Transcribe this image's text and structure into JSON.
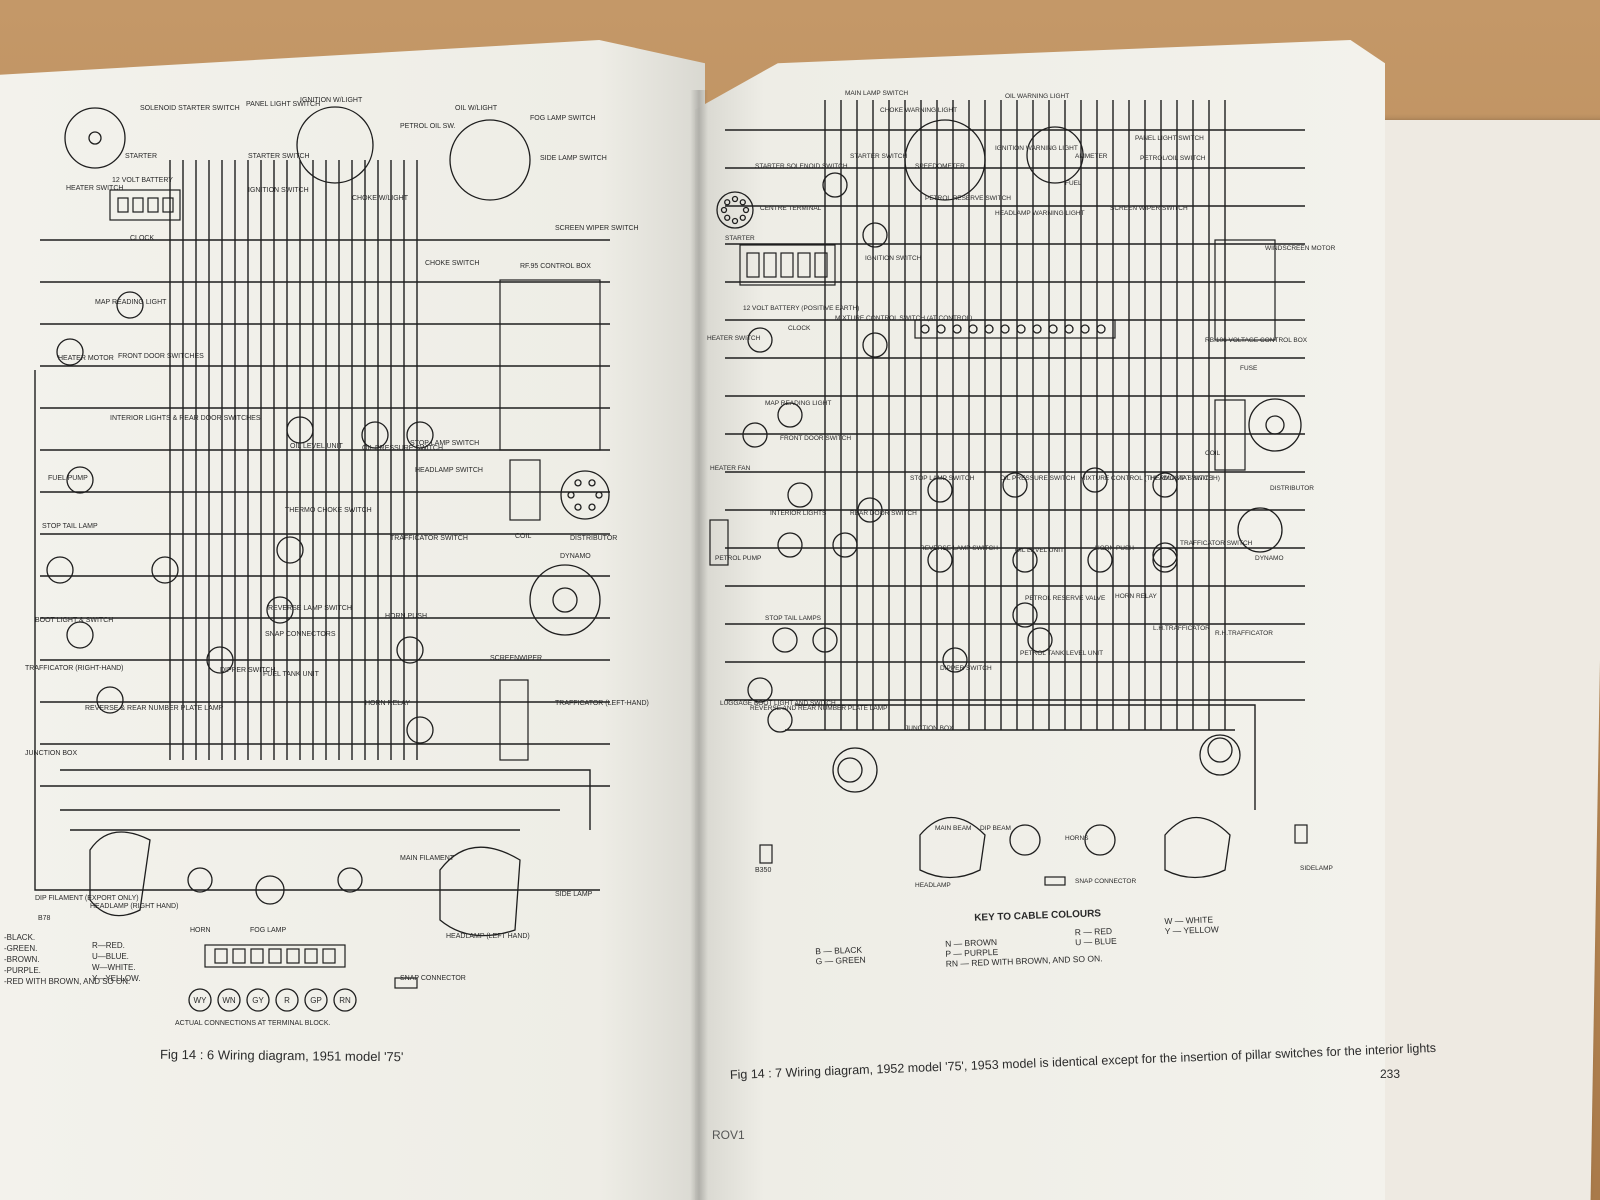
{
  "left_page": {
    "caption": "Fig 14 : 6   Wiring diagram, 1951 model '75'",
    "components": [
      "SOLENOID STARTER SWITCH",
      "STARTER",
      "HEATER SWITCH",
      "12 VOLT BATTERY",
      "CLOCK",
      "MAP READING LIGHT",
      "HEATER MOTOR",
      "FRONT DOOR SWITCHES",
      "INTERIOR LIGHTS & REAR DOOR SWITCHES",
      "FUEL PUMP",
      "STOP TAIL LAMP",
      "BOOT LIGHT & SWITCH",
      "TRAFFICATOR (RIGHT-HAND)",
      "REVERSE & REAR NUMBER PLATE LAMP",
      "JUNCTION BOX",
      "PANEL LIGHT SWITCH",
      "IGNITION W/LIGHT",
      "STARTER SWITCH",
      "IGNITION SWITCH",
      "PETROL OIL SW.",
      "OIL W/LIGHT",
      "FOG LAMP SWITCH",
      "SIDE LAMP SWITCH",
      "SCREEN WIPER SWITCH",
      "CHOKE W/LIGHT",
      "CHOKE SWITCH",
      "RF.95 CONTROL BOX",
      "OIL LEVEL UNIT",
      "OIL PRESSURE SWITCH",
      "STOP LAMP SWITCH",
      "HEADLAMP SWITCH",
      "THERMO CHOKE SWITCH",
      "TRAFFICATOR SWITCH",
      "COIL",
      "DISTRIBUTOR",
      "DYNAMO",
      "REVERSE LAMP SWITCH",
      "SNAP CONNECTORS",
      "HORN PUSH",
      "SCREENWIPER",
      "TRAFFICATOR (LEFT-HAND)",
      "DIPPER SWITCH",
      "FUEL TANK UNIT",
      "HORN RELAY",
      "MAIN FILAMENT",
      "DIP FILAMENT (EXPORT ONLY)",
      "HEADLAMP (RIGHT HAND)",
      "HEADLAMP (LEFT HAND)",
      "SIDE LAMP",
      "HORN",
      "FOG LAMP",
      "SNAP CONNECTOR",
      "ACTUAL CONNECTIONS AT TERMINAL BLOCK."
    ],
    "code_prefix": "B78",
    "colour_key": [
      "-BLACK.",
      "-GREEN.",
      "-BROWN.",
      "-PURPLE.",
      "-RED WITH BROWN, AND SO ON.",
      "R—RED.",
      "U—BLUE.",
      "W—WHITE.",
      "Y—YELLOW."
    ],
    "terminal_labels": [
      "WY",
      "WN",
      "GY",
      "R",
      "GP",
      "RN"
    ]
  },
  "right_page": {
    "caption": "Fig 14 : 7   Wiring diagram, 1952 model '75', 1953 model is identical except for the insertion of pillar switches for the interior lights",
    "page_number": "233",
    "signature": "ROV1",
    "code_prefix": "B350",
    "components": [
      "MAIN LAMP SWITCH",
      "CHOKE WARNING LIGHT",
      "OIL WARNING LIGHT",
      "PANEL LIGHT SWITCH",
      "PETROL/OIL SWITCH",
      "STARTER SOLENOID SWITCH",
      "STARTER SWITCH",
      "SPEEDOMETER",
      "IGNITION WARNING LIGHT",
      "AMMETER",
      "FUEL",
      "STARTER",
      "CENTRE TERMINAL",
      "IGNITION SWITCH",
      "PETROL RESERVE SWITCH",
      "HEADLAMP WARNING LIGHT",
      "SCREEN WIPER SWITCH",
      "WINDSCREEN MOTOR",
      "12 VOLT BATTERY (POSITIVE EARTH)",
      "HEATER SWITCH",
      "CLOCK",
      "MIXTURE CONTROL SWITCH (AT CONTROL)",
      "RB.106 VOLTAGE CONTROL BOX",
      "FUSE",
      "MAP READING LIGHT",
      "HEATER FAN",
      "FRONT DOOR SWITCH",
      "STOP LAMP SWITCH",
      "OIL PRESSURE SWITCH",
      "MIXTURE CONTROL (THERMOSTAT SWITCH)",
      "HEADLAMP SWITCH",
      "COIL",
      "DISTRIBUTOR",
      "INTERIOR LIGHTS",
      "REAR DOOR SWITCH",
      "PETROL PUMP",
      "REVERSE LAMP SWITCH",
      "OIL LEVEL UNIT",
      "HORN PUSH",
      "TRAFFICATOR SWITCH",
      "DYNAMO",
      "STOP TAIL LAMPS",
      "PETROL RESERVE VALVE",
      "HORN RELAY",
      "L.H.TRAFFICATOR",
      "R.H.TRAFFICATOR",
      "LUGGAGE BOOT LIGHT AND SWITCH",
      "DIPPER SWITCH",
      "PETROL TANK LEVEL UNIT",
      "REVERSE AND REAR NUMBER PLATE LAMP",
      "JUNCTION BOX",
      "MAIN BEAM",
      "DIP BEAM",
      "HORNS",
      "SIDELAMP",
      "HEADLAMP",
      "SNAP CONNECTOR"
    ],
    "key_title": "KEY TO CABLE COLOURS",
    "key_entries": [
      {
        "code": "B",
        "name": "BLACK"
      },
      {
        "code": "G",
        "name": "GREEN"
      },
      {
        "code": "N",
        "name": "BROWN"
      },
      {
        "code": "P",
        "name": "PURPLE"
      },
      {
        "code": "RN",
        "name": "RED WITH BROWN, AND SO ON."
      },
      {
        "code": "R",
        "name": "RED"
      },
      {
        "code": "U",
        "name": "BLUE"
      },
      {
        "code": "W",
        "name": "WHITE"
      },
      {
        "code": "Y",
        "name": "YELLOW"
      }
    ]
  }
}
